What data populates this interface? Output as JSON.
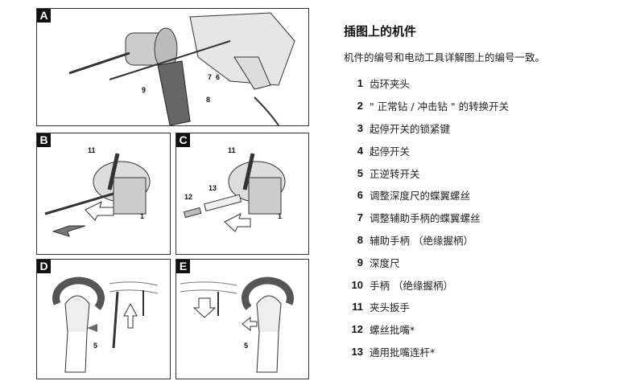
{
  "figures": {
    "A": {
      "tag": "A",
      "labels": [
        "9",
        "7",
        "6",
        "8"
      ]
    },
    "B": {
      "tag": "B",
      "labels": [
        "11",
        "1"
      ]
    },
    "C": {
      "tag": "C",
      "labels": [
        "11",
        "12",
        "13",
        "1"
      ]
    },
    "D": {
      "tag": "D",
      "labels": [
        "5"
      ]
    },
    "E": {
      "tag": "E",
      "labels": [
        "5"
      ]
    }
  },
  "section": {
    "title": "插图上的机件",
    "intro": "机件的编号和电动工具详解图上的编号一致。",
    "items": [
      {
        "n": "1",
        "text": "齿环夹头"
      },
      {
        "n": "2",
        "text": "\" 正常钻 / 冲击钻 \" 的转换开关"
      },
      {
        "n": "3",
        "text": "起停开关的锁紧键"
      },
      {
        "n": "4",
        "text": "起停开关"
      },
      {
        "n": "5",
        "text": "正逆转开关"
      },
      {
        "n": "6",
        "text": "调整深度尺的蝶翼螺丝"
      },
      {
        "n": "7",
        "text": "调整辅助手柄的蝶翼螺丝"
      },
      {
        "n": "8",
        "text": "辅助手柄 （绝缘握柄）"
      },
      {
        "n": "9",
        "text": "深度尺"
      },
      {
        "n": "10",
        "text": "手柄 （绝缘握柄）"
      },
      {
        "n": "11",
        "text": "夹头扳手"
      },
      {
        "n": "12",
        "text": "螺丝批嘴*"
      },
      {
        "n": "13",
        "text": "通用批嘴连杆*"
      }
    ]
  }
}
